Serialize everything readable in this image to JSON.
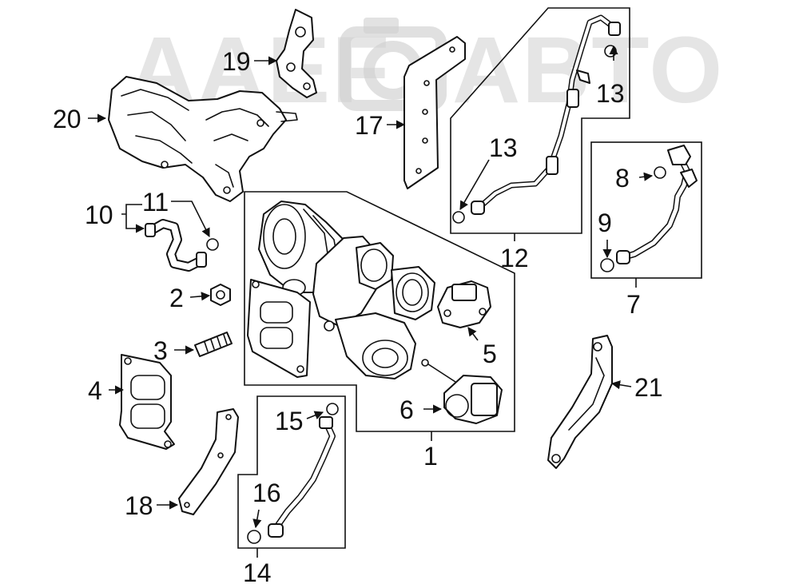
{
  "watermark": {
    "text_left": "AAEF",
    "text_right": "ABTO"
  },
  "callouts": [
    {
      "id": "1",
      "label": "1"
    },
    {
      "id": "2",
      "label": "2"
    },
    {
      "id": "3",
      "label": "3"
    },
    {
      "id": "4",
      "label": "4"
    },
    {
      "id": "5",
      "label": "5"
    },
    {
      "id": "6",
      "label": "6"
    },
    {
      "id": "7",
      "label": "7"
    },
    {
      "id": "8",
      "label": "8"
    },
    {
      "id": "9",
      "label": "9"
    },
    {
      "id": "10",
      "label": "10"
    },
    {
      "id": "11",
      "label": "11"
    },
    {
      "id": "12",
      "label": "12"
    },
    {
      "id": "13a",
      "label": "13"
    },
    {
      "id": "13b",
      "label": "13"
    },
    {
      "id": "14",
      "label": "14"
    },
    {
      "id": "15",
      "label": "15"
    },
    {
      "id": "16",
      "label": "16"
    },
    {
      "id": "17",
      "label": "17"
    },
    {
      "id": "18",
      "label": "18"
    },
    {
      "id": "19",
      "label": "19"
    },
    {
      "id": "20",
      "label": "20"
    },
    {
      "id": "21",
      "label": "21"
    }
  ]
}
